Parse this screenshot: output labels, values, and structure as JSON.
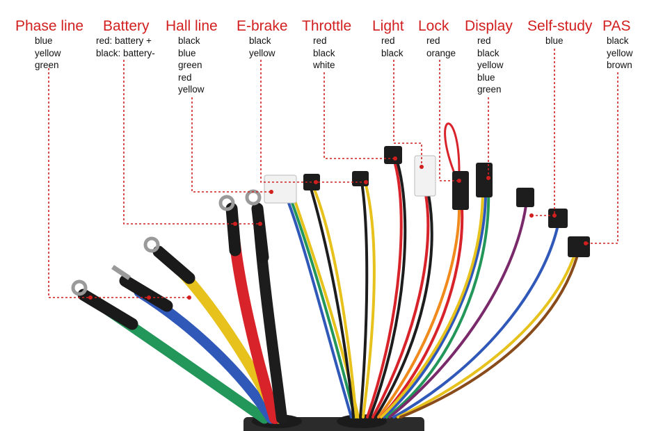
{
  "title": "",
  "colors": {
    "label_red": "#d21f1f",
    "leader": "#d21f1f",
    "text": "#111111"
  },
  "connectors": [
    {
      "name": "Phase line",
      "wires": [
        "blue",
        "yellow",
        "green"
      ]
    },
    {
      "name": "Battery",
      "wires": [
        "red: battery +",
        "black: battery-"
      ]
    },
    {
      "name": "Hall line",
      "wires": [
        "black",
        "blue",
        "green",
        "red",
        "yellow"
      ]
    },
    {
      "name": "E-brake",
      "wires": [
        "black",
        "yellow"
      ]
    },
    {
      "name": "Throttle",
      "wires": [
        "red",
        "black",
        "white"
      ]
    },
    {
      "name": "Light",
      "wires": [
        "red",
        "black"
      ]
    },
    {
      "name": "Lock",
      "wires": [
        "red",
        "orange"
      ]
    },
    {
      "name": "Display",
      "wires": [
        "red",
        "black",
        "yellow",
        "blue",
        "green"
      ]
    },
    {
      "name": "Self-study",
      "wires": [
        "blue"
      ]
    },
    {
      "name": "PAS",
      "wires": [
        "black",
        "yellow",
        "brown"
      ]
    }
  ]
}
